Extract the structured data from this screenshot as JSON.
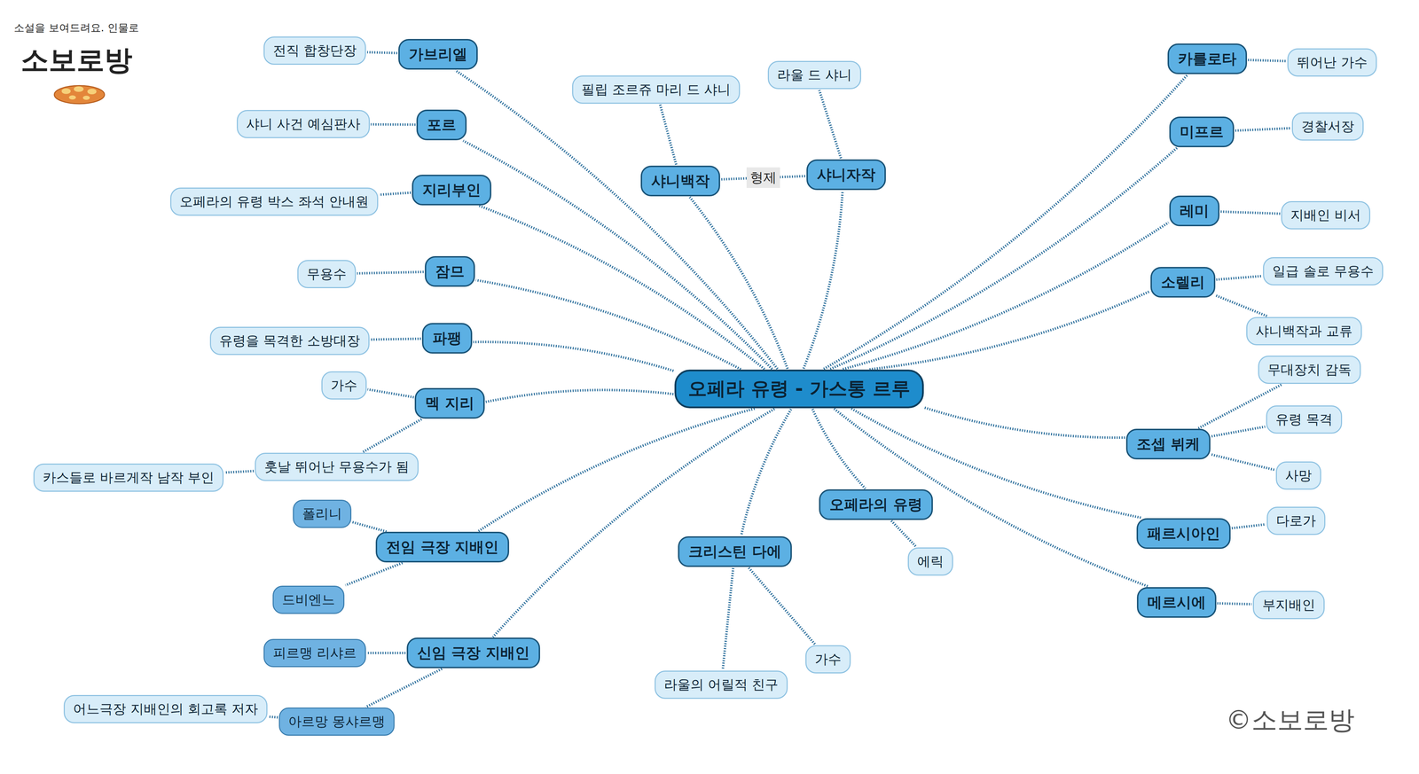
{
  "diagram": {
    "nodes": [
      {
        "text": [
          "오페라 유령 - 가스통 르루"
        ]
      },
      {
        "text": [
          "가브리엘"
        ]
      },
      {
        "text": [
          "전직 합창단장"
        ]
      },
      {
        "text": [
          "포르"
        ]
      },
      {
        "text": [
          "샤니 사건 예심판사"
        ]
      },
      {
        "text": [
          "지리부인"
        ]
      },
      {
        "text": [
          "오페라의 유령 박스 좌석 안내원"
        ]
      },
      {
        "text": [
          "잠므"
        ]
      },
      {
        "text": [
          "무용수"
        ]
      },
      {
        "text": [
          "파팽"
        ]
      },
      {
        "text": [
          "유령을 목격한 소방대장"
        ]
      },
      {
        "text": [
          "멕 지리"
        ]
      },
      {
        "text": [
          "가수"
        ]
      },
      {
        "text": [
          "훗날 뛰어난 무용수가 됨"
        ]
      },
      {
        "text": [
          "카스들로 바르게작 남작 부인"
        ]
      },
      {
        "text": [
          "전임 극장 지배인"
        ]
      },
      {
        "text": [
          "폴리니"
        ]
      },
      {
        "text": [
          "드비엔느"
        ]
      },
      {
        "text": [
          "신임 극장 지배인"
        ]
      },
      {
        "text": [
          "피르맹 리샤르"
        ]
      },
      {
        "text": [
          "아르망 몽샤르맹"
        ]
      },
      {
        "text": [
          "어느극장 지배인의 회고록 저자"
        ]
      },
      {
        "text": [
          "샤니백작"
        ]
      },
      {
        "text": [
          "필립 조르쥬 마리 드 샤니"
        ]
      },
      {
        "text": [
          "샤니자작"
        ]
      },
      {
        "text": [
          "라울 드 샤니"
        ]
      },
      {
        "text": [
          "크리스틴 다에"
        ]
      },
      {
        "text": [
          "라울의 어릴적 친구"
        ]
      },
      {
        "text": [
          "가수"
        ]
      },
      {
        "text": [
          "오페라의 유령"
        ]
      },
      {
        "text": [
          "에릭"
        ]
      },
      {
        "text": [
          "카를로타"
        ]
      },
      {
        "text": [
          "뛰어난 가수"
        ]
      },
      {
        "text": [
          "미프르"
        ]
      },
      {
        "text": [
          "경찰서장"
        ]
      },
      {
        "text": [
          "레미"
        ]
      },
      {
        "text": [
          "지배인 비서"
        ]
      },
      {
        "text": [
          "소렐리"
        ]
      },
      {
        "text": [
          "일급 솔로 무용수"
        ]
      },
      {
        "text": [
          "샤니백작과 교류"
        ]
      },
      {
        "text": [
          "조셉 뷔케"
        ]
      },
      {
        "text": [
          "무대장치 감독"
        ]
      },
      {
        "text": [
          "유령 목격"
        ]
      },
      {
        "text": [
          "사망"
        ]
      },
      {
        "text": [
          "패르시아인"
        ]
      },
      {
        "text": [
          "다로가"
        ]
      },
      {
        "text": [
          "메르시에"
        ]
      },
      {
        "text": [
          "부지배인"
        ]
      }
    ],
    "edges": [
      {
        "from": 0,
        "to": 1,
        "arrow": "none"
      },
      {
        "from": 1,
        "to": 2,
        "arrow": "none"
      },
      {
        "from": 0,
        "to": 3,
        "arrow": "none"
      },
      {
        "from": 3,
        "to": 4,
        "arrow": "none"
      },
      {
        "from": 0,
        "to": 5,
        "arrow": "none"
      },
      {
        "from": 5,
        "to": 6,
        "arrow": "none"
      },
      {
        "from": 0,
        "to": 7,
        "arrow": "none"
      },
      {
        "from": 7,
        "to": 8,
        "arrow": "none"
      },
      {
        "from": 0,
        "to": 9,
        "arrow": "none"
      },
      {
        "from": 9,
        "to": 10,
        "arrow": "none"
      },
      {
        "from": 0,
        "to": 11,
        "arrow": "none"
      },
      {
        "from": 11,
        "to": 12,
        "arrow": "none"
      },
      {
        "from": 11,
        "to": 13,
        "arrow": "none"
      },
      {
        "from": 13,
        "to": 14,
        "arrow": "none"
      },
      {
        "from": 0,
        "to": 15,
        "arrow": "none"
      },
      {
        "from": 15,
        "to": 16,
        "arrow": "none"
      },
      {
        "from": 15,
        "to": 17,
        "arrow": "none"
      },
      {
        "from": 0,
        "to": 18,
        "arrow": "none"
      },
      {
        "from": 18,
        "to": 19,
        "arrow": "none"
      },
      {
        "from": 18,
        "to": 20,
        "arrow": "none"
      },
      {
        "from": 20,
        "to": 21,
        "arrow": "none"
      },
      {
        "from": 0,
        "to": 22,
        "arrow": "none"
      },
      {
        "from": 22,
        "to": 23,
        "arrow": "none"
      },
      {
        "from": 0,
        "to": 24,
        "arrow": "none"
      },
      {
        "from": 24,
        "to": 25,
        "arrow": "none"
      },
      {
        "from": 22,
        "to": 24,
        "label": "형제",
        "arrow": "none"
      },
      {
        "from": 0,
        "to": 26,
        "arrow": "none"
      },
      {
        "from": 26,
        "to": 27,
        "arrow": "none"
      },
      {
        "from": 26,
        "to": 28,
        "arrow": "none"
      },
      {
        "from": 0,
        "to": 29,
        "arrow": "none"
      },
      {
        "from": 29,
        "to": 30,
        "arrow": "none"
      },
      {
        "from": 0,
        "to": 31,
        "arrow": "none"
      },
      {
        "from": 31,
        "to": 32,
        "arrow": "none"
      },
      {
        "from": 0,
        "to": 33,
        "arrow": "none"
      },
      {
        "from": 33,
        "to": 34,
        "arrow": "none"
      },
      {
        "from": 0,
        "to": 35,
        "arrow": "none"
      },
      {
        "from": 35,
        "to": 36,
        "arrow": "none"
      },
      {
        "from": 0,
        "to": 37,
        "arrow": "none"
      },
      {
        "from": 37,
        "to": 38,
        "arrow": "none"
      },
      {
        "from": 37,
        "to": 39,
        "arrow": "none"
      },
      {
        "from": 0,
        "to": 40,
        "arrow": "none"
      },
      {
        "from": 40,
        "to": 41,
        "arrow": "none"
      },
      {
        "from": 40,
        "to": 42,
        "arrow": "none"
      },
      {
        "from": 40,
        "to": 43,
        "arrow": "none"
      },
      {
        "from": 0,
        "to": 44,
        "arrow": "none"
      },
      {
        "from": 44,
        "to": 45,
        "arrow": "none"
      },
      {
        "from": 0,
        "to": 46,
        "arrow": "none"
      },
      {
        "from": 46,
        "to": 47,
        "arrow": "none"
      }
    ],
    "labels": [
      "소설을 보여드려요. 인물로",
      "소보로방",
      "©소보로방"
    ]
  }
}
